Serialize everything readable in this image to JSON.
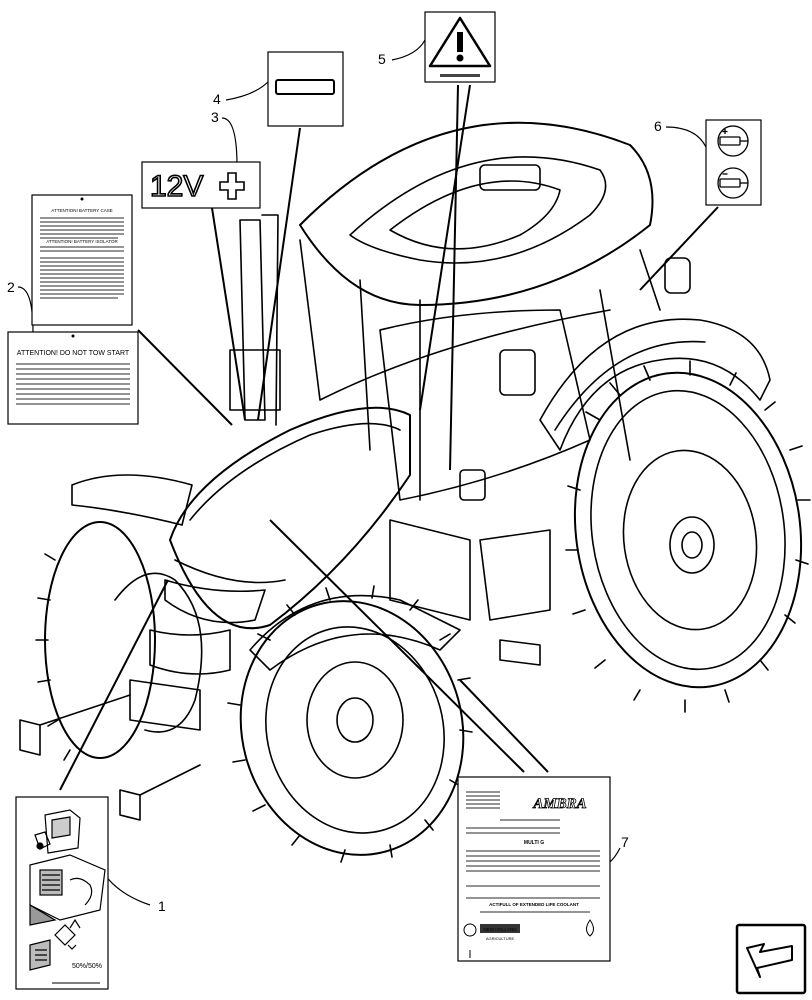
{
  "callouts": [
    "1",
    "2",
    "3",
    "4",
    "5",
    "6",
    "7"
  ],
  "decals": {
    "battery_card_top_title": "ATTENTION! BATTERY CASE",
    "battery_card_mid_title": "ATTENTION! BATTERY ISOLATOR",
    "tow_card_title": "ATTENTION! DO NOT TOW START",
    "voltage_label": "12V",
    "manual_card_ratio": "50%/50%",
    "coolant": {
      "brand": "AMBRA",
      "product": "MULTI G",
      "banner": "ACTIFULL OF EXTENDED LIFE COOLANT",
      "footer_brand": "NEW HOLLAND",
      "footer_sub": "AGRICULTURE"
    }
  },
  "icons": [
    "warning-triangle-icon",
    "minus-terminal-icon",
    "plus-terminal-icon",
    "battery-terminal-icon",
    "navigation-arrow-icon"
  ]
}
